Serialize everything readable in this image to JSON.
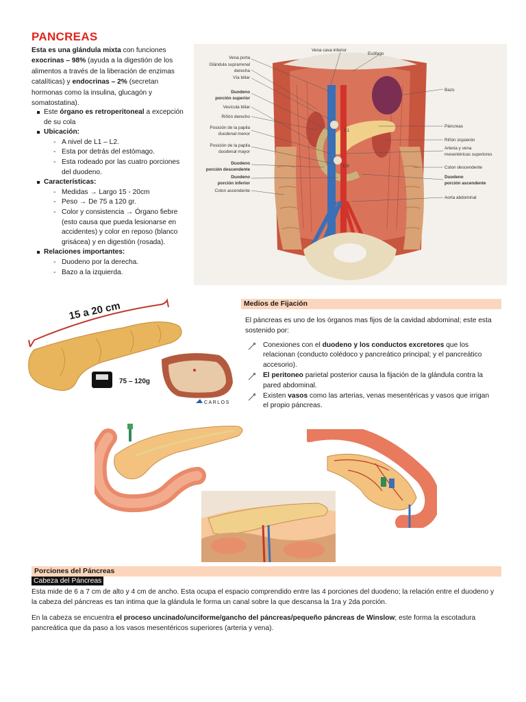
{
  "title": "PANCREAS",
  "intro": {
    "b1": "Esta es una glándula mixta",
    "t1": " con funciones ",
    "b2": "exocrinas – 98%",
    "t2": " (ayuda a la digestión de los alimentos a través de la liberación de enzimas catalíticas) y ",
    "b3": "endocrinas – 2%",
    "t3": " (secretan hormonas como la insulina, glucagón y somatostatina)."
  },
  "bullets": {
    "retro_pre": "Este ",
    "retro_bold": "órgano es retroperitoneal",
    "retro_post": " a excepción de su cola",
    "ubicacion": "Ubicación:",
    "ubicacion_items": [
      "A nivel de L1 – L2.",
      "Esta por detrás del estómago.",
      "Esta rodeado por las cuatro porciones del duodeno."
    ],
    "caracteristicas": "Características:",
    "caracteristicas_items": [
      "Medidas → Largo 15 - 20cm",
      "Peso → De 75 a 120 gr.",
      "Color y consistencia → Órgano fiebre (esto causa que pueda lesionarse en accidentes) y color en reposo (blanco grisácea) y en digestión (rosada)."
    ],
    "relaciones": "Relaciones importantes:",
    "relaciones_items": [
      "Duodeno por la derecha.",
      "Bazo a la izquierda."
    ]
  },
  "anatomy_labels": {
    "vena_porta": "Vena porta",
    "glandula": "Glándula suprarrenal",
    "derecha": "derecha",
    "via_biliar": "Vía biliar",
    "duodeno_sup_1": "Duodeno",
    "duodeno_sup_2": "porción superior",
    "vesicula": "Vesícula biliar",
    "rinon_der": "Riñón derecho",
    "papila_menor_1": "Posición de la papila",
    "papila_menor_2": "duodenal menor",
    "papila_mayor_1": "Posición de la papila",
    "papila_mayor_2": "duodenal mayor",
    "duodeno_desc_1": "Duodeno",
    "duodeno_desc_2": "porción descendente",
    "duodeno_inf_1": "Duodeno",
    "duodeno_inf_2": "porción inferior",
    "colon_asc": "Colon ascendente",
    "vena_cava": "Vena cava inferior",
    "esofago": "Esófago",
    "bazo": "Bazo",
    "pancreas": "Páncreas",
    "rinon_izq": "Riñón izquierdo",
    "arteria_1": "Arteria y vena",
    "arteria_2": "mesentéricas superiores",
    "colon_desc": "Colon descendente",
    "duodeno_asc_1": "Duodeno",
    "duodeno_asc_2": "porción ascendente",
    "aorta": "Aorta abdominal",
    "l1": "L1",
    "l3": "LIII"
  },
  "measure_figure": {
    "size_label": "15 a 20 cm",
    "weight_label": "75 – 120g",
    "brand": "CARLOS"
  },
  "medios": {
    "heading": "Medios de Fijación",
    "intro": "El páncreas es uno de los órganos mas fijos de la cavidad abdominal; este esta sostenido por:",
    "p1_pre": "Conexiones con el ",
    "p1_bold": "duodeno y los conductos excretores",
    "p1_post": " que los relacionan (conducto colédoco y pancreático principal; y el pancreático accesorio).",
    "p2_bold": "El peritoneo",
    "p2_post": " parietal posterior causa la fijación de la glándula contra la pared abdominal.",
    "p3_pre": "Existen ",
    "p3_bold": "vasos",
    "p3_post": " como las arterias, venas mesentéricas y vasos que irrigan el propio páncreas."
  },
  "porciones": {
    "heading": "Porciones del Páncreas",
    "cabeza": "Cabeza del Páncreas",
    "para1": "Esta mide de 6 a 7 cm de alto y 4 cm de ancho. Esta ocupa el espacio comprendido entre las 4 porciones del duodeno; la relación entre el duodeno y la cabeza del páncreas es tan intima que la glándula le forma un canal sobre la que descansa la 1ra y 2da porción.",
    "para2_pre": "En la cabeza se encuentra ",
    "para2_bold": "el proceso uncinado/unciforme/gancho del páncreas/pequeño páncreas de Winslow",
    "para2_post": "; este forma la escotadura pancreática que da paso a los vasos mesentéricos superiores (arteria y vena)."
  },
  "colors": {
    "title": "#e2231a",
    "heading_bar": "#fbd5bc"
  }
}
